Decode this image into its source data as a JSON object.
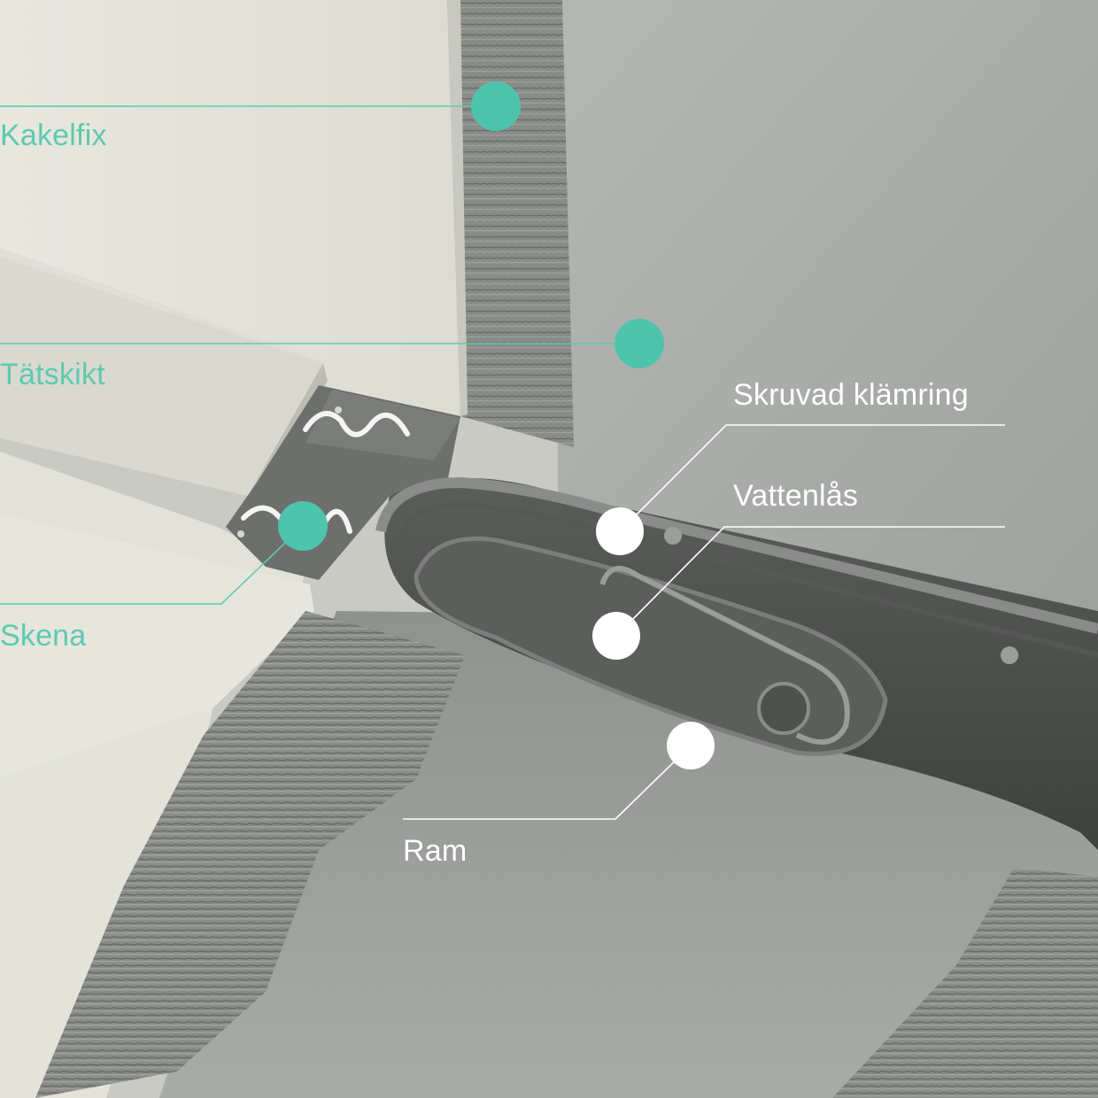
{
  "callouts": {
    "kakelfix": {
      "text": "Kakelfix",
      "color": "#5fc9b2"
    },
    "tatskikt": {
      "text": "Tätskikt",
      "color": "#5fc9b2"
    },
    "skena": {
      "text": "Skena",
      "color": "#5fc9b2"
    },
    "skruvad_klamring": {
      "text": "Skruvad klämring",
      "color": "#ffffff"
    },
    "vattenlas": {
      "text": "Vattenlås",
      "color": "#ffffff"
    },
    "ram": {
      "text": "Ram",
      "color": "#ffffff"
    }
  },
  "colors": {
    "teal_marker": "#4fc4ad",
    "white_marker": "#ffffff",
    "tile": "#e4e4da",
    "membrane": "#a7aaa7",
    "adhesive": "#7d7f7d",
    "steel": "#6f716f"
  }
}
